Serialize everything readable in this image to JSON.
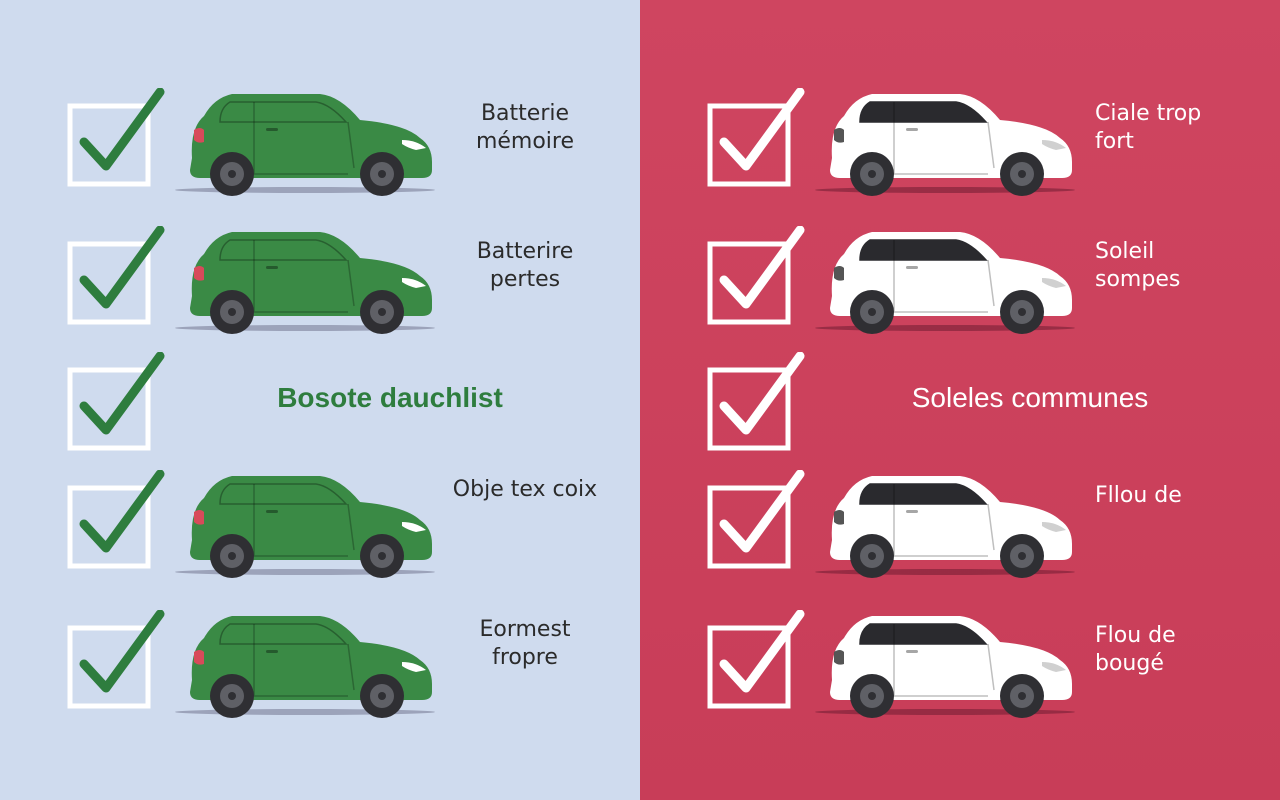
{
  "colors": {
    "left_bg": "#cfdbee",
    "right_bg": "#cf4560",
    "green_car": "#3a8a45",
    "green_check": "#2e7d3e",
    "white": "#ffffff"
  },
  "left": {
    "heading": "Bosote dauchlist",
    "rows": [
      {
        "label": "Batterie mémoire"
      },
      {
        "label": "Batterire pertes"
      },
      {
        "label": "Obje tex coix"
      },
      {
        "label": "Eormest fropre"
      }
    ]
  },
  "right": {
    "heading": "Soleles communes",
    "rows": [
      {
        "label": "Ciale trop fort"
      },
      {
        "label": "Soleil sompes"
      },
      {
        "label": "Fllou de"
      },
      {
        "label": "Flou de bougé"
      }
    ]
  },
  "icons": {
    "checkbox": "checkbox-checked-icon",
    "car": "hatchback-car-icon"
  }
}
